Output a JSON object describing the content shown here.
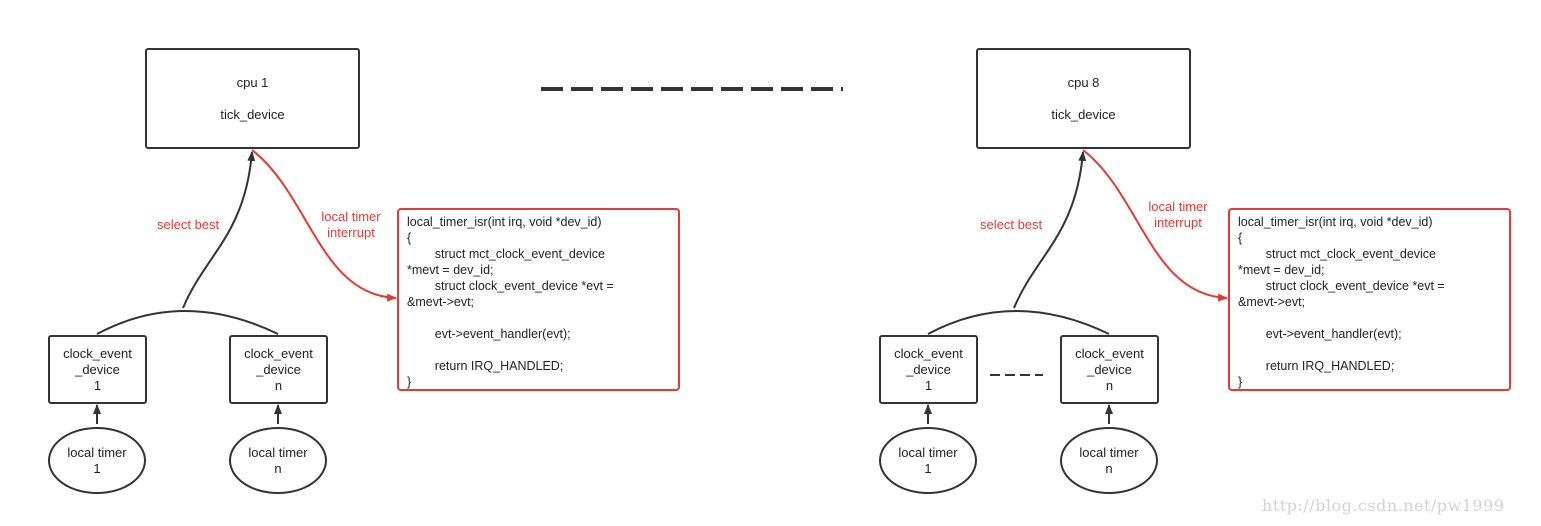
{
  "left": {
    "cpu": {
      "line1": "cpu 1",
      "line2": "tick_device"
    },
    "edge_select": "select best",
    "edge_interrupt": [
      "local timer",
      "interrupt"
    ],
    "devices": [
      {
        "line1": "clock_event",
        "line2": "_device",
        "line3": "1"
      },
      {
        "line1": "clock_event",
        "line2": "_device",
        "line3": "n"
      }
    ],
    "timers": [
      {
        "line1": "local timer",
        "line2": "1"
      },
      {
        "line1": "local timer",
        "line2": "n"
      }
    ],
    "code": "local_timer_isr(int irq, void *dev_id)\n{\n        struct mct_clock_event_device\n*mevt = dev_id;\n        struct clock_event_device *evt =\n&mevt->evt;\n\n        evt->event_handler(evt);\n\n        return IRQ_HANDLED;\n}"
  },
  "right": {
    "cpu": {
      "line1": "cpu 8",
      "line2": "tick_device"
    },
    "edge_select": "select best",
    "edge_interrupt": [
      "local timer",
      "interrupt"
    ],
    "devices": [
      {
        "line1": "clock_event",
        "line2": "_device",
        "line3": "1"
      },
      {
        "line1": "clock_event",
        "line2": "_device",
        "line3": "n"
      }
    ],
    "timers": [
      {
        "line1": "local timer",
        "line2": "1"
      },
      {
        "line1": "local timer",
        "line2": "n"
      }
    ],
    "code": "local_timer_isr(int irq, void *dev_id)\n{\n        struct mct_clock_event_device\n*mevt = dev_id;\n        struct clock_event_device *evt =\n&mevt->evt;\n\n        evt->event_handler(evt);\n\n        return IRQ_HANDLED;\n}"
  },
  "watermark": "http://blog.csdn.net/pw1999",
  "colors": {
    "line": "#333333",
    "accent": "#e53935",
    "watermark": "#d2d2d2"
  }
}
